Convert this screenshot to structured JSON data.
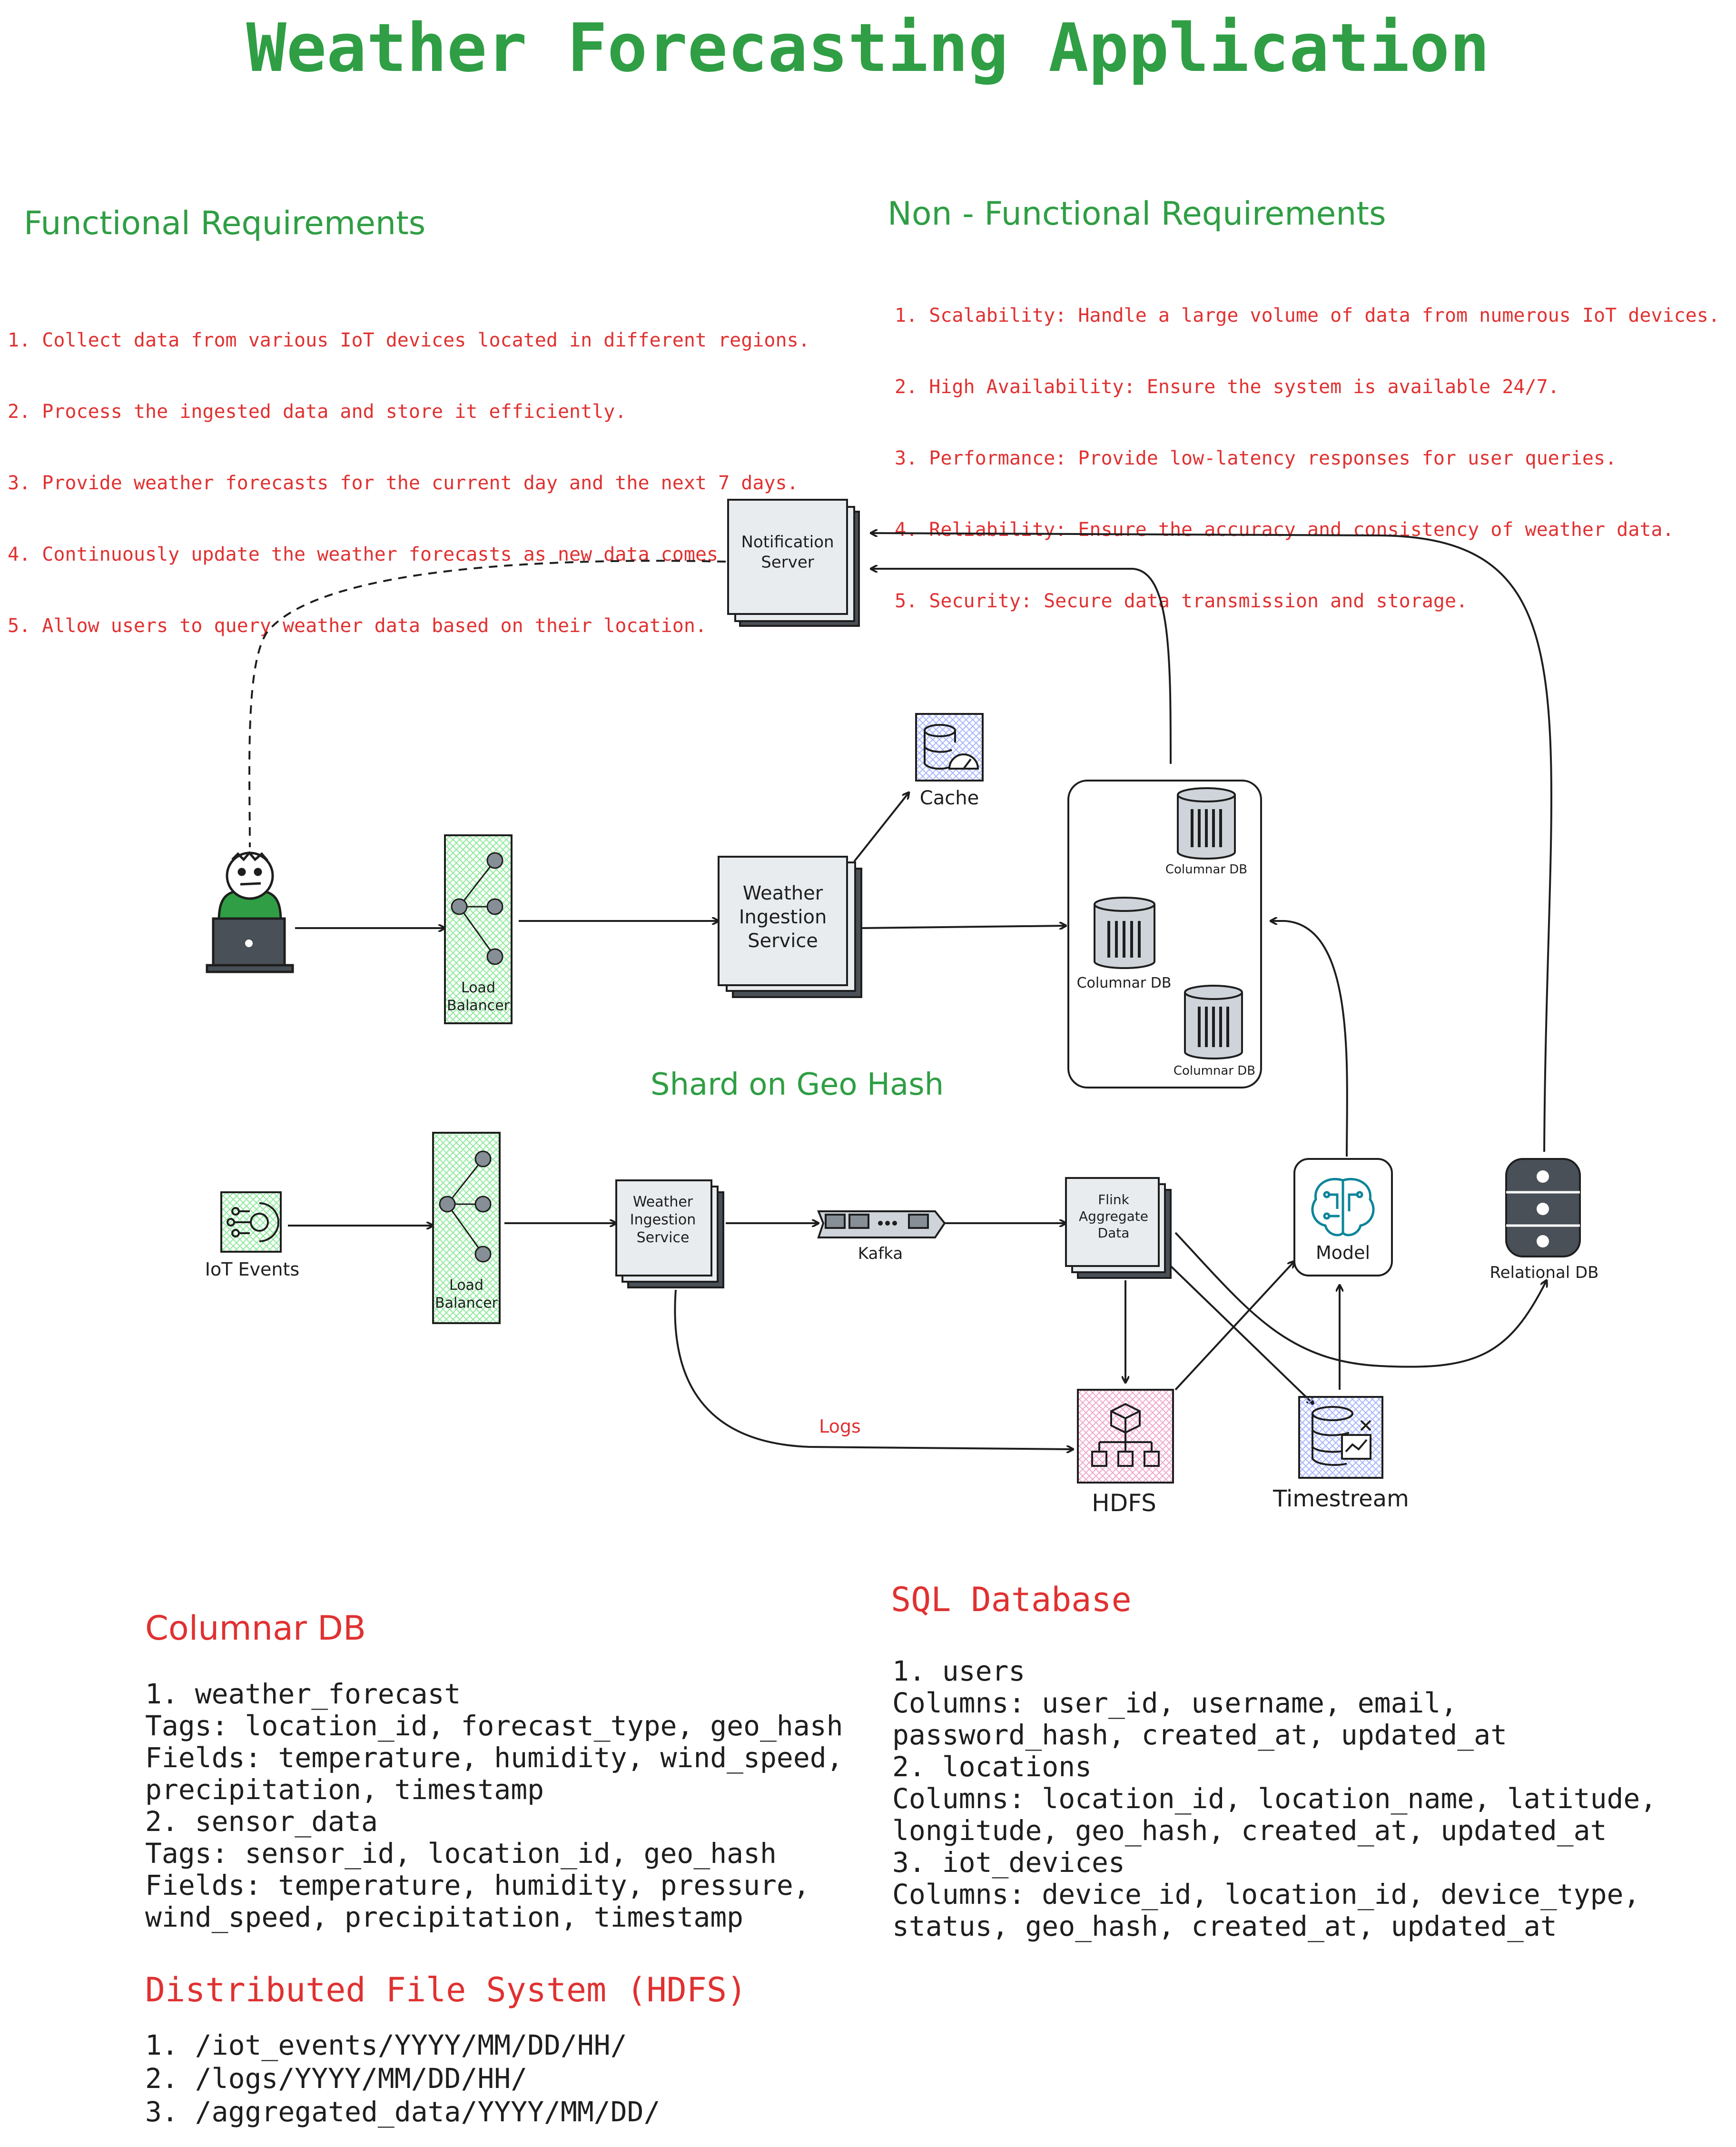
{
  "title": "Weather Forecasting Application",
  "functional": {
    "heading": "Functional Requirements",
    "items": [
      "1. Collect data from various IoT devices located in different regions.",
      "2. Process the ingested data and store it efficiently.",
      "3. Provide weather forecasts for the current day and the next 7 days.",
      "4. Continuously update the weather forecasts as new data comes in.",
      "5. Allow users to query weather data based on their location."
    ]
  },
  "non_functional": {
    "heading": "Non - Functional Requirements",
    "items": [
      "1. Scalability: Handle a large volume of data from numerous IoT devices.",
      "2. High Availability: Ensure the system is available 24/7.",
      "3. Performance: Provide low-latency responses for user queries.",
      "4. Reliability: Ensure the accuracy and consistency of weather data.",
      "5. Security: Secure data transmission and storage."
    ]
  },
  "diagram": {
    "notification_server": "Notification\nServer",
    "cache": "Cache",
    "load_balancer": "Load\nBalancer",
    "weather_ingestion_top": "Weather\nIngestion\nService",
    "columnar_db": "Columnar DB",
    "shard_label": "Shard on Geo Hash",
    "iot_events": "IoT Events",
    "weather_ingestion_bottom": "Weather\nIngestion\nService",
    "kafka": "Kafka",
    "flink": "Flink\nAggregate\nData",
    "model": "Model",
    "relational_db": "Relational DB",
    "hdfs": "HDFS",
    "timestream": "Timestream",
    "logs": "Logs"
  },
  "columnar_section": {
    "heading": "Columnar DB",
    "body": "1. weather_forecast\nTags: location_id, forecast_type, geo_hash\nFields: temperature, humidity, wind_speed,\nprecipitation, timestamp\n2. sensor_data\nTags: sensor_id, location_id, geo_hash\nFields: temperature, humidity, pressure,\nwind_speed, precipitation, timestamp"
  },
  "hdfs_section": {
    "heading": "Distributed File System (HDFS)",
    "body": "1. /iot_events/YYYY/MM/DD/HH/\n2. /logs/YYYY/MM/DD/HH/\n3. /aggregated_data/YYYY/MM/DD/"
  },
  "sql_section": {
    "heading": "SQL Database",
    "body": "1. users\nColumns: user_id, username, email,\npassword_hash, created_at, updated_at\n2. locations\nColumns: location_id, location_name, latitude,\nlongitude, geo_hash, created_at, updated_at\n3. iot_devices\nColumns: device_id, location_id, device_type,\nstatus, geo_hash, created_at, updated_at"
  },
  "colors": {
    "green": "#2f9e44",
    "red": "#e03131",
    "ink": "#1e1e1e",
    "box_fill": "#e9ecef"
  }
}
